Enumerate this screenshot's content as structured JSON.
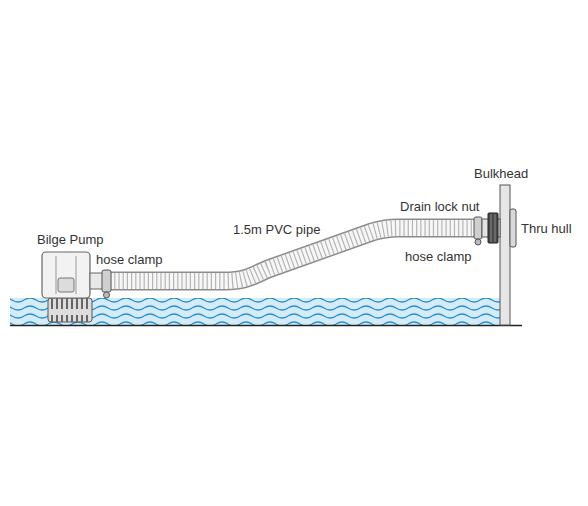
{
  "diagram": {
    "labels": [
      "Bilge Pump",
      "hose clamp",
      "1.5m PVC pipe",
      "Drain lock nut",
      "hose clamp",
      "Bulkhead",
      "Thru hull"
    ]
  }
}
